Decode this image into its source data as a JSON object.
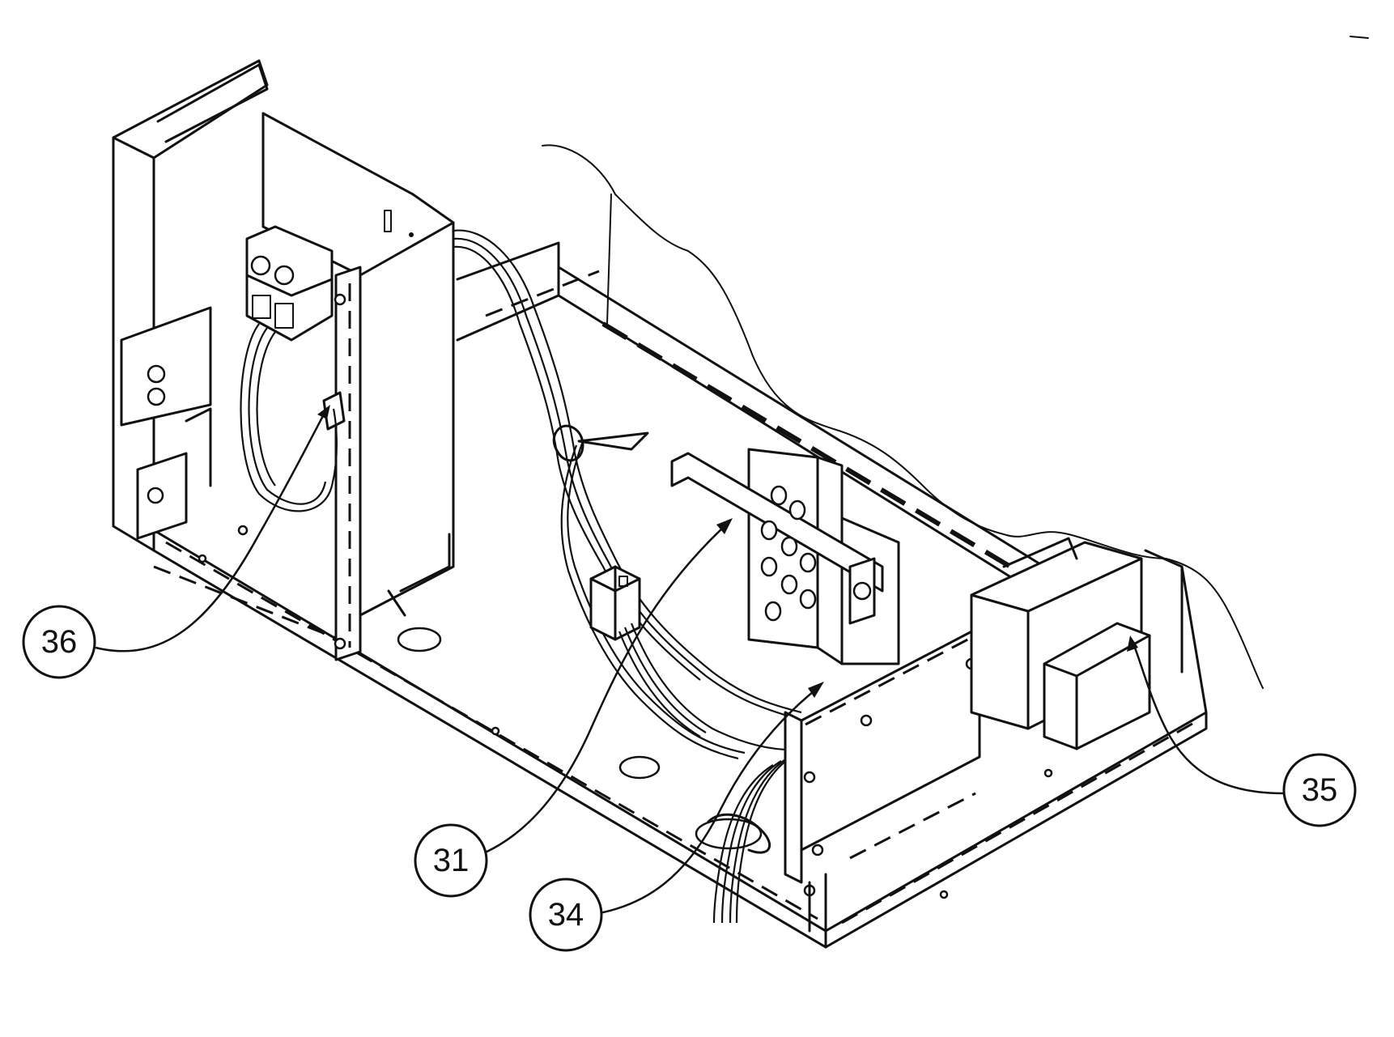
{
  "callouts": [
    {
      "id": "36",
      "label": "36"
    },
    {
      "id": "31",
      "label": "31"
    },
    {
      "id": "34",
      "label": "34"
    },
    {
      "id": "35",
      "label": "35"
    }
  ]
}
